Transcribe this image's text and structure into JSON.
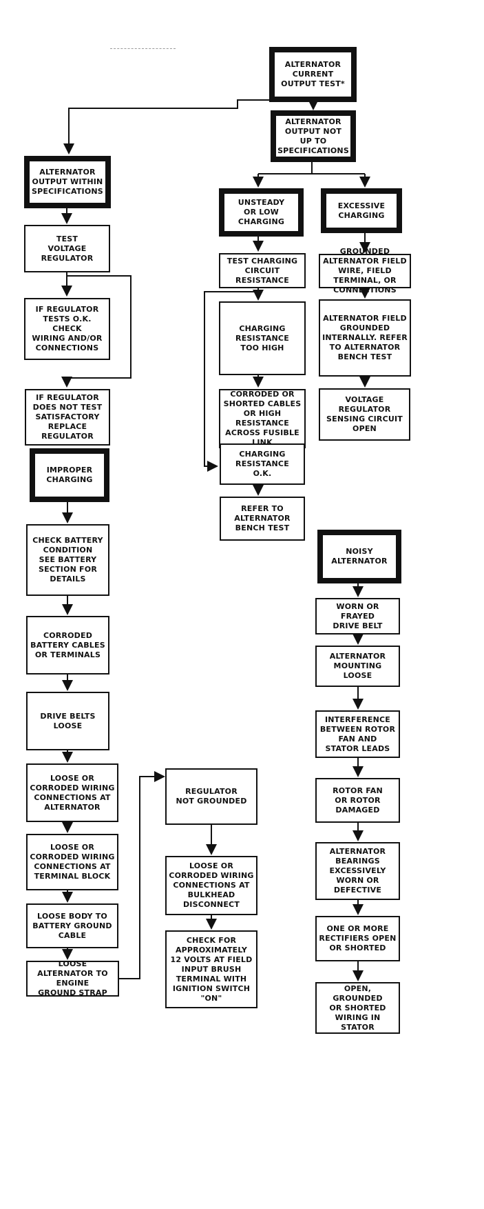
{
  "boxes": {
    "b1": "ALTERNATOR\nCURRENT\nOUTPUT TEST*",
    "b2": "ALTERNATOR\nOUTPUT NOT\nUP TO\nSPECIFICATIONS",
    "b3": "ALTERNATOR\nOUTPUT WITHIN\nSPECIFICATIONS",
    "b4": "TEST\nVOLTAGE\nREGULATOR",
    "b5": "IF REGULATOR\nTESTS O.K. CHECK\nWIRING AND/OR\nCONNECTIONS",
    "b6": "IF REGULATOR\nDOES NOT TEST\nSATISFACTORY\nREPLACE\nREGULATOR",
    "b7": "UNSTEADY\nOR LOW\nCHARGING",
    "b8": "EXCESSIVE\nCHARGING",
    "b9": "TEST CHARGING\nCIRCUIT\nRESISTANCE",
    "b10": "CHARGING\nRESISTANCE\nTOO HIGH",
    "b11": "CORRODED OR\nSHORTED CABLES\nOR HIGH\nRESISTANCE\nACROSS FUSIBLE\nLINK",
    "b12": "CHARGING\nRESISTANCE\nO.K.",
    "b13": "REFER TO\nALTERNATOR\nBENCH TEST",
    "b14": "GROUNDED\nALTERNATOR FIELD\nWIRE, FIELD\nTERMINAL, OR\nCONNECTIONS",
    "b15": "ALTERNATOR FIELD\nGROUNDED\nINTERNALLY. REFER\nTO ALTERNATOR\nBENCH TEST",
    "b16": "VOLTAGE\nREGULATOR\nSENSING CIRCUIT\nOPEN",
    "b17": "IMPROPER\nCHARGING",
    "b18": "CHECK BATTERY\nCONDITION\nSEE BATTERY\nSECTION FOR\nDETAILS",
    "b19": "CORRODED\nBATTERY CABLES\nOR TERMINALS",
    "b20": "DRIVE BELTS\nLOOSE",
    "b21": "LOOSE OR\nCORRODED WIRING\nCONNECTIONS AT\nALTERNATOR",
    "b22": "LOOSE OR\nCORRODED WIRING\nCONNECTIONS AT\nTERMINAL BLOCK",
    "b23": "LOOSE BODY TO\nBATTERY GROUND\nCABLE",
    "b24": "LOOSE\nALTERNATOR TO\nENGINE\nGROUND STRAP",
    "b25": "REGULATOR\nNOT GROUNDED",
    "b26": "LOOSE OR\nCORRODED WIRING\nCONNECTIONS AT\nBULKHEAD\nDISCONNECT",
    "b27": "CHECK FOR\nAPPROXIMATELY\n12 VOLTS AT FIELD\nINPUT BRUSH\nTERMINAL WITH\nIGNITION SWITCH\n\"ON\"",
    "b28": "NOISY\nALTERNATOR",
    "b29": "WORN OR\nFRAYED\nDRIVE BELT",
    "b30": "ALTERNATOR\nMOUNTING\nLOOSE",
    "b31": "INTERFERENCE\nBETWEEN ROTOR\nFAN AND\nSTATOR LEADS",
    "b32": "ROTOR FAN\nOR ROTOR\nDAMAGED",
    "b33": "ALTERNATOR\nBEARINGS\nEXCESSIVELY\nWORN OR\nDEFECTIVE",
    "b34": "ONE OR MORE\nRECTIFIERS OPEN\nOR SHORTED",
    "b35": "OPEN, GROUNDED\nOR SHORTED\nWIRING IN\nSTATOR"
  }
}
